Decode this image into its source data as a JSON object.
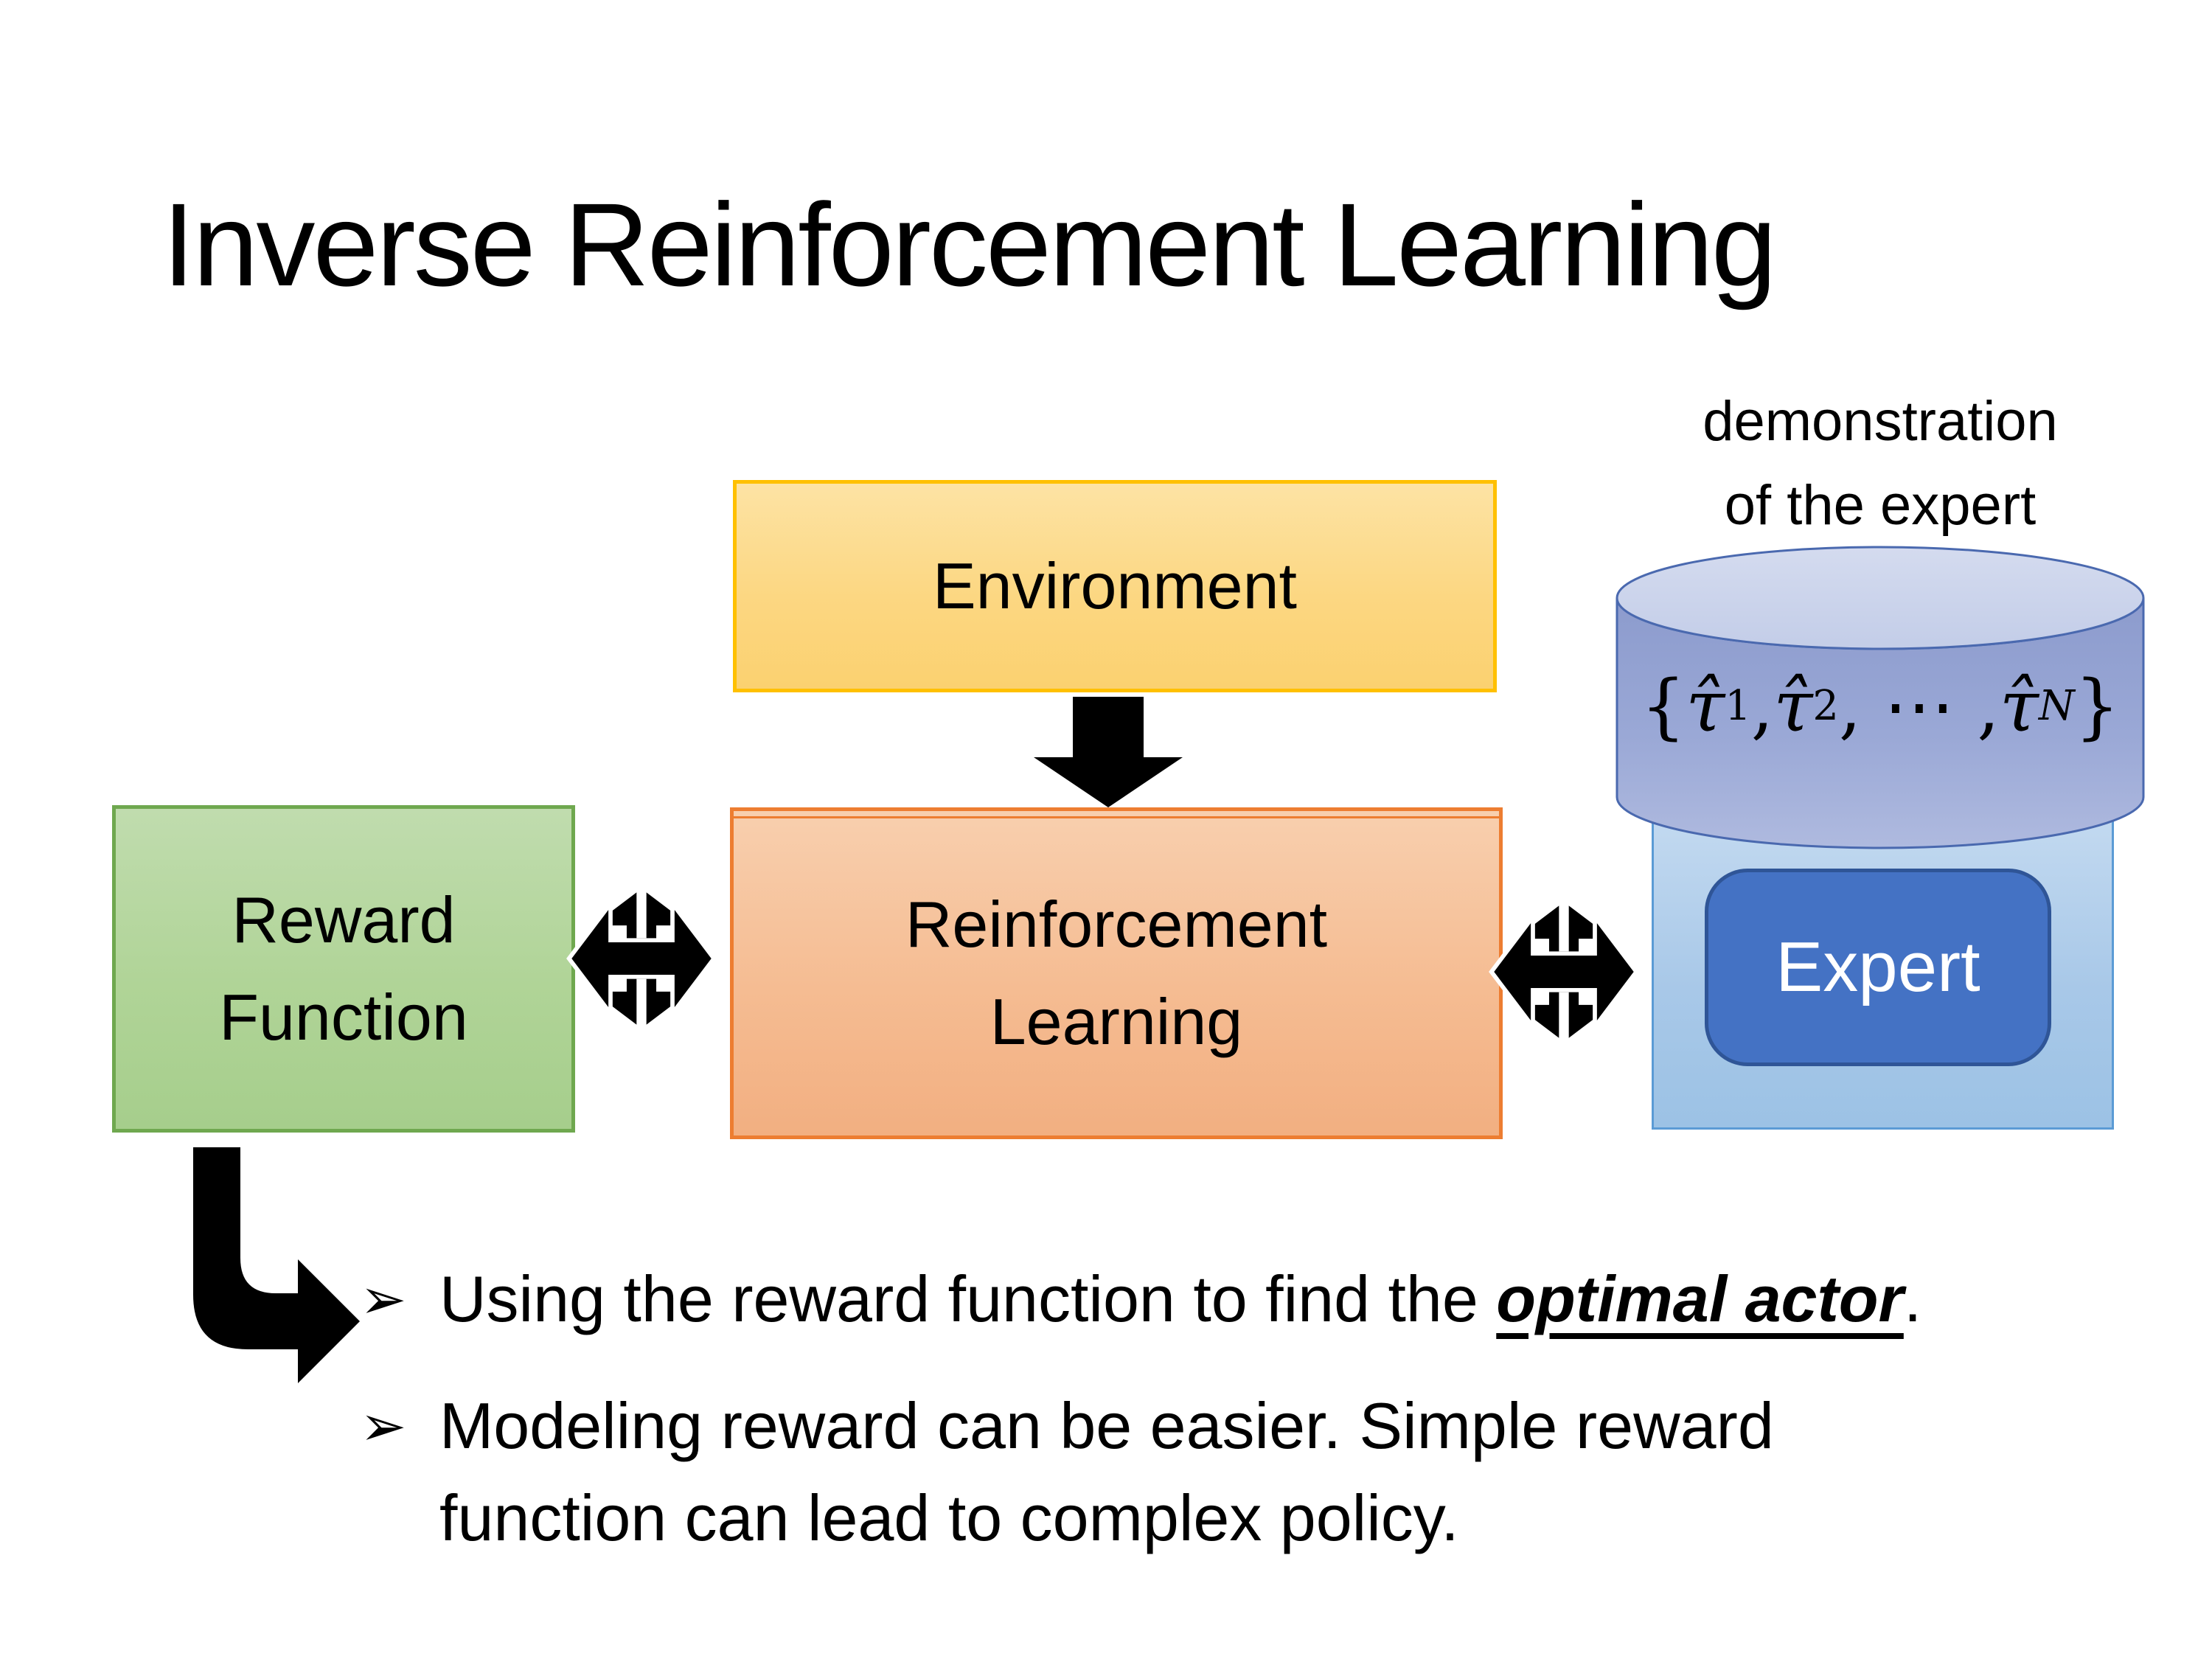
{
  "slide": {
    "title": "Inverse Reinforcement Learning",
    "demo_label": {
      "line1": "demonstration",
      "line2": "of the expert"
    },
    "boxes": {
      "environment": {
        "label": "Environment"
      },
      "reward_function": {
        "line1": "Reward",
        "line2": "Function"
      },
      "reinforcement_learning": {
        "line1": "Reinforcement",
        "line2": "Learning"
      },
      "expert": {
        "label": "Expert"
      }
    },
    "formula": {
      "brace_open": "{",
      "tau1": "τ̂",
      "sub1": "1",
      "sep1": ", ",
      "tau2": "τ̂",
      "sub2": "2",
      "sep2": ", ⋯ , ",
      "tauN": "τ̂",
      "subN": "N",
      "brace_close": "}"
    },
    "bullets": [
      {
        "marker": "➢",
        "pre": "Using the reward function to find the ",
        "emphasis": "optimal actor",
        "post": "."
      },
      {
        "marker": "➢",
        "line1": "Modeling reward can be easier. Simple reward",
        "line2": "function can lead to complex policy."
      }
    ],
    "icons": {
      "down_arrow": "thick black down arrow",
      "double_arrow_left": "black horizontal-vertical double arrow",
      "double_arrow_right": "black horizontal-vertical double arrow",
      "bent_arrow": "black elbow arrow pointing right"
    },
    "colors": {
      "environment_fill": "#FCD782",
      "environment_border": "#FFC000",
      "reward_fill": "#B0D497",
      "reward_border": "#6FA84F",
      "rl_fill": "#F5BC92",
      "rl_border": "#ED7D31",
      "expert_panel_fill": "#A8C8E8",
      "expert_panel_border": "#5B9BD5",
      "expert_fill": "#4472C4",
      "expert_border": "#2F5597",
      "cylinder_body": "#97A6D4",
      "cylinder_top": "#CED7ED",
      "cylinder_border": "#4A69AF",
      "arrow": "#000000",
      "text": "#000000",
      "background": "#FFFFFF"
    }
  }
}
